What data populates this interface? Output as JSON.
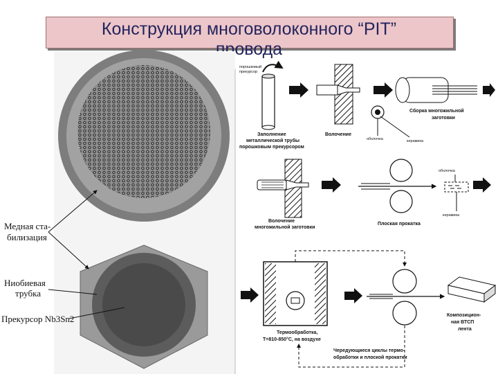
{
  "title": {
    "line1": "Конструкция многоволоконного “PIT”",
    "line2": "провода"
  },
  "photo_labels": {
    "copper_line1": "Медная ста-",
    "copper_line2": "билизация",
    "niobium_line1": "Ниобиевая",
    "niobium_line2": "трубка",
    "precursor": "Прекурсор Nb3Sn2"
  },
  "process": {
    "powder_precursor_line1": "порошковый",
    "powder_precursor_line2": "прекурсор",
    "filling_line1": "Заполнение",
    "filling_line2": "металлической трубы",
    "filling_line3": "порошковым прекурсором",
    "drawing1": "Волочение",
    "sheath1": "оболочка",
    "core1": "керамика",
    "assembly_line1": "Сборка многожильной",
    "assembly_line2": "заготовки",
    "drawing2_line1": "Волочение",
    "drawing2_line2": "многожильной заготовки",
    "flat_rolling": "Плоская прокатка",
    "sheath2": "оболочка",
    "core2": "керамика",
    "heat_line1": "Термообработка,",
    "heat_line2": "T=810-850°С, на воздухе",
    "composite_line1": "Композицион-",
    "composite_line2": "ная ВТСП",
    "composite_line3": "лента",
    "cycle_line1": "Чередующиеся циклы термо-",
    "cycle_line2": "обработки и плоской прокатки"
  }
}
